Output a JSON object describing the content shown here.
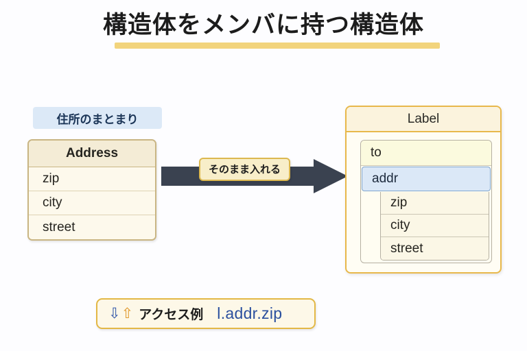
{
  "title": {
    "text": "構造体をメンバに持つ構造体",
    "underline_color": "#f2d47c"
  },
  "left_panel": {
    "caption": "住所のまとまり",
    "caption_bg": "#dce9f7",
    "struct": {
      "name": "Address",
      "members": [
        "zip",
        "city",
        "street"
      ],
      "border_color": "#c9b583",
      "header_bg": "#f4ecd6"
    }
  },
  "arrow": {
    "label": "そのまま入れる",
    "shaft_color": "#3a4250",
    "label_bg": "#f8eec9",
    "label_border": "#dcb84f"
  },
  "right_panel": {
    "struct": {
      "name": "Label",
      "border_color": "#e8b84b",
      "header_bg": "#fbf3dd",
      "members": [
        {
          "name": "to",
          "highlight": false
        },
        {
          "name": "addr",
          "highlight": true
        }
      ],
      "nested_members": [
        "zip",
        "city",
        "street"
      ],
      "highlight_bg": "#dbe8f7",
      "highlight_border": "#7fa5cf"
    }
  },
  "access_example": {
    "down_icon": "⇩",
    "up_icon": "⇧",
    "label": "アクセス例",
    "code": "l.addr.zip",
    "code_color": "#2a4f9e",
    "box_bg": "#fdf8e8",
    "box_border": "#e3b845"
  }
}
